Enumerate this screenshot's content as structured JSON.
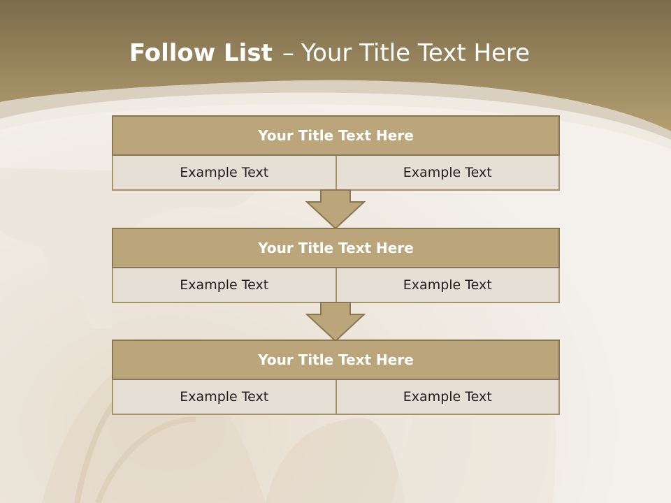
{
  "title": {
    "bold": "Follow List",
    "separator": "–",
    "rest": "Your Title Text Here"
  },
  "blocks": [
    {
      "title": "Your Title Text Here",
      "left": "Example Text",
      "right": "Example Text"
    },
    {
      "title": "Your Title Text Here",
      "left": "Example Text",
      "right": "Example Text"
    },
    {
      "title": "Your Title Text Here",
      "left": "Example Text",
      "right": "Example Text"
    }
  ],
  "colors": {
    "header_band": "#a08e65",
    "block_title_fill": "#bba67c",
    "block_cell_fill": "#e6dfd6",
    "arrow_fill": "#bba67c"
  }
}
